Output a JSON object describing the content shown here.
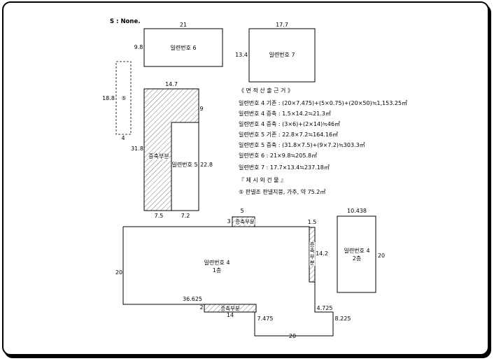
{
  "scale_note": "S : None.",
  "buildings": {
    "b6": {
      "label": "일련번호 6",
      "dim_top": "21",
      "dim_left": "9.8"
    },
    "b7": {
      "label": "일련번호 7",
      "dim_top": "17.7",
      "dim_left": "13.4"
    },
    "b5": {
      "label": "일련번호 5",
      "extension_label": "증축부분",
      "dim_top": "14.7",
      "dim_left": "31.8",
      "dim_right_top": "9",
      "dim_right": "22.8",
      "dim_bottom_left": "7.5",
      "dim_bottom_right": "7.2"
    },
    "b9": {
      "label": "⑤",
      "dim_left": "18.8",
      "dim_bottom": "4"
    },
    "b4_floor1": {
      "label_line1": "일련번호 4",
      "label_line2": "1층",
      "dim_left": "20",
      "dim_inner": "36.625",
      "dim_top_ext": "5",
      "dim_top_ext_side": "3",
      "dim_right_ext_top": "1.5",
      "dim_right_ext": "14.2",
      "dim_notch_side": "4.725",
      "dim_right_step": "8.225",
      "dim_bottom": "20",
      "dim_step": "7.475",
      "dim_bottom_ext_side": "2",
      "dim_bottom_ext": "14"
    },
    "b4_floor2": {
      "label_line1": "일련번호 4",
      "label_line2": "2층",
      "dim_top": "10.438",
      "dim_right": "20"
    },
    "ext_top_label": "증축부분",
    "ext_right_label": "증축부분",
    "ext_bottom_label": "증축부분"
  },
  "calc": {
    "header": "《 면 적 산 출 근 거 》",
    "lines": [
      "일련번호 4 기존 : (20×7.475)+(5×0.75)+(20×50)≒1,153.25㎡",
      "일련번호 4 증축 : 1.5×14.2≒21.3㎡",
      "일련번호 4 증축 : (3×6)+(2×14)≒46㎡",
      "일련번호 5 기존 : 22.8×7.2≒164.16㎡",
      "일련번호 5 증축 : (31.8×7.5)+(9×7.2)≒303.3㎡",
      "일련번호 6 : 21×9.8≒205.8㎡",
      "일련번호 7 : 17.7×13.4≒237.18㎡"
    ],
    "excluded_header": "『 제 시 외 건 물 』",
    "excluded_line": "⑤ 판넬조 판넬지붕, 가추, 약 75.2㎡"
  }
}
